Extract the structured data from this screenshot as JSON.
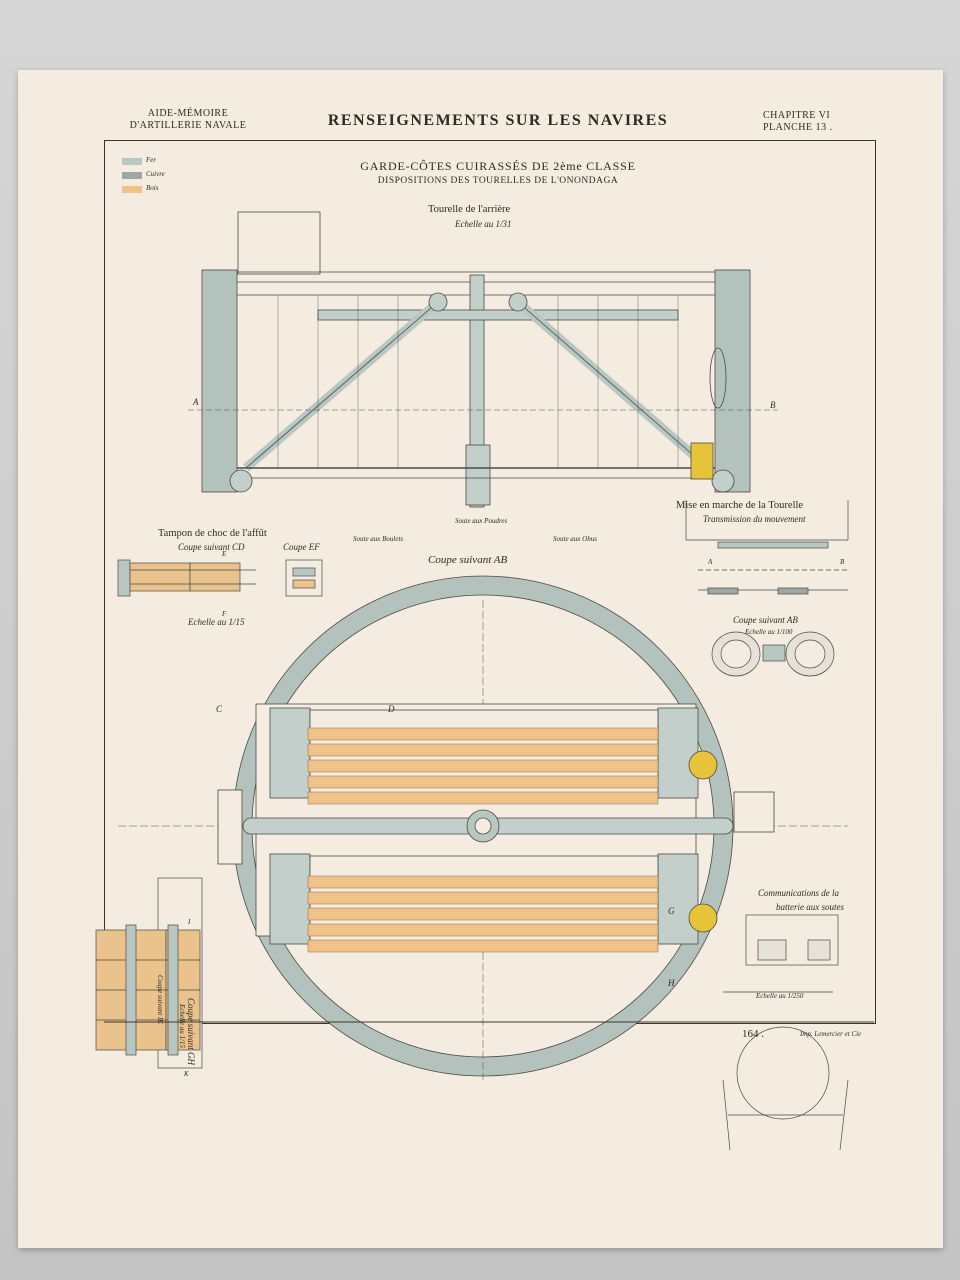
{
  "header": {
    "left_line1": "AIDE-MÉMOIRE",
    "left_line2": "D'ARTILLERIE NAVALE",
    "center": "RENSEIGNEMENTS SUR LES NAVIRES",
    "right_line1": "CHAPITRE VI",
    "right_line2": "PLANCHE  13 ."
  },
  "legend": [
    {
      "label": "Fer",
      "color": "#b9c7c2"
    },
    {
      "label": "Cuivre",
      "color": "#9ea7a5"
    },
    {
      "label": "Bois",
      "color": "#f0c28a"
    }
  ],
  "title": {
    "line1": "GARDE-CÔTES CUIRASSÉS DE 2ème CLASSE",
    "line2": "DISPOSITIONS DES TOURELLES DE L'ONONDAGA"
  },
  "top_view": {
    "caption": "Tourelle de l'arrière",
    "scale": "Echelle au 1/31",
    "label_a": "A",
    "label_b": "B"
  },
  "tampon": {
    "caption": "Tampon de choc de l'affût",
    "coupe_cd": "Coupe suivant CD",
    "coupe_ef": "Coupe EF",
    "scale": "Echelle au 1/15",
    "label_e": "E",
    "label_f": "F"
  },
  "mise_en_marche": {
    "caption": "Mise en marche de la Tourelle",
    "subcaption": "Transmission du mouvement",
    "coupe": "Coupe suivant AB",
    "scale": "Echelle au 1/100",
    "label_a": "A",
    "label_b": "B"
  },
  "plan": {
    "annotations": {
      "soute_boulets": "Soute aux Boulets",
      "soute_poudres": "Soute aux Poudres",
      "soute_obus": "Soute aux Obus"
    },
    "caption": "Coupe suivant AB",
    "label_c": "C",
    "label_d": "D",
    "label_g": "G",
    "label_h": "H"
  },
  "communications": {
    "caption_line1": "Communications de la",
    "caption_line2": "batterie aux soutes",
    "scale": "Echelle au 1/250"
  },
  "coupe_gh": {
    "caption": "Coupe suivant GH",
    "scale": "Echelle au 1/15",
    "coupe_ik": "Coupe suivant IK",
    "label_i": "I",
    "label_k": "K"
  },
  "footer": {
    "page": "164 .",
    "printer": "Imp. Lemercier et Cie"
  }
}
